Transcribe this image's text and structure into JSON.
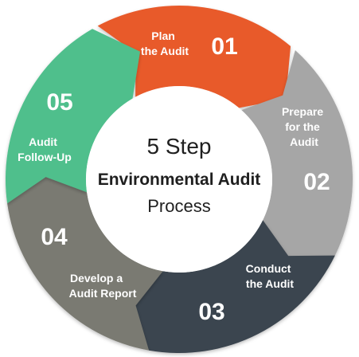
{
  "center": {
    "line1": "5 Step",
    "line2": "Environmental Audit",
    "line3": "Process"
  },
  "steps": [
    {
      "number": "01",
      "label_lines": [
        "Plan",
        "the Audit"
      ],
      "color": "#e85a2c"
    },
    {
      "number": "02",
      "label_lines": [
        "Prepare",
        "for the",
        "Audit"
      ],
      "color": "#a6a6a6"
    },
    {
      "number": "03",
      "label_lines": [
        "Conduct",
        "the Audit"
      ],
      "color": "#3b454f"
    },
    {
      "number": "04",
      "label_lines": [
        "Develop a",
        "Audit Report"
      ],
      "color": "#7a7a72"
    },
    {
      "number": "05",
      "label_lines": [
        "Audit",
        "Follow-Up"
      ],
      "color": "#4fbf8c"
    }
  ]
}
